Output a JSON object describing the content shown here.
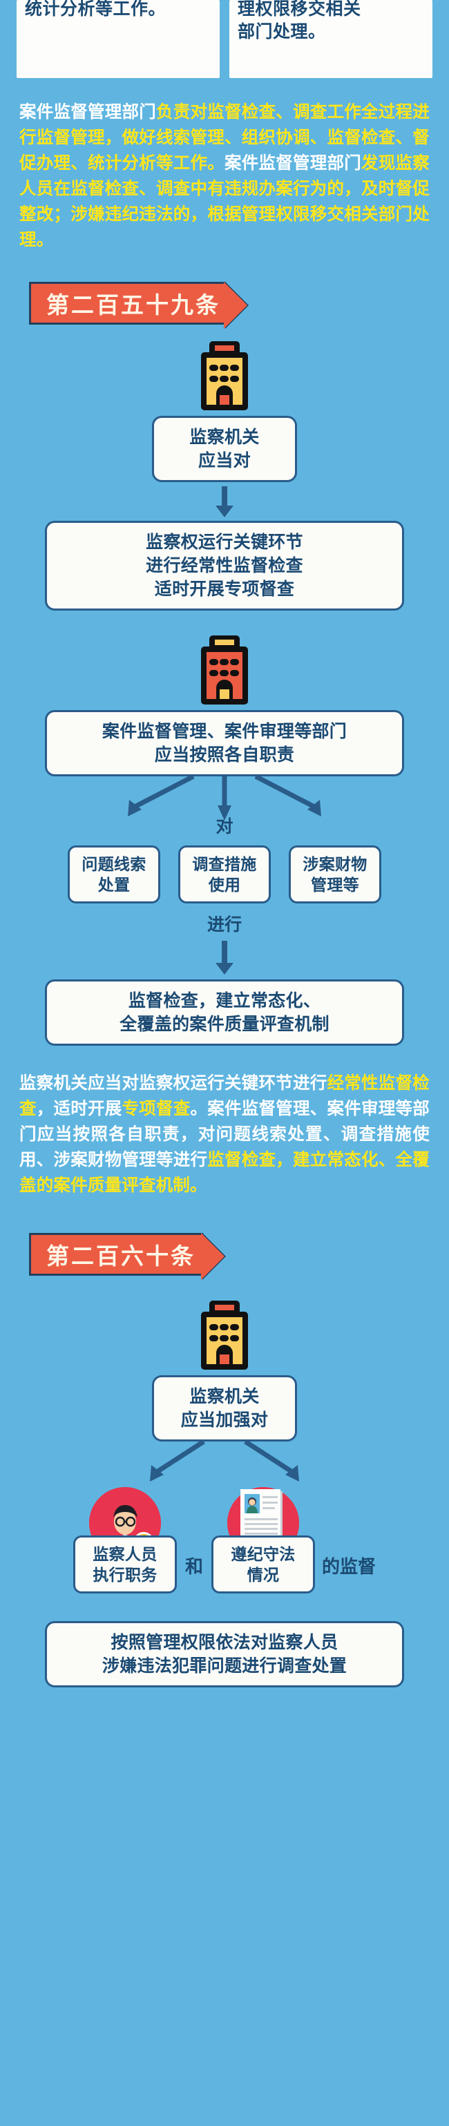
{
  "background_color": "#5fb5e0",
  "accent_colors": {
    "ribbon_red": "#ec5c43",
    "node_border": "#2a5c8a",
    "node_text": "#1b4a73",
    "highlight_yellow": "#ffe61a",
    "blob_red": "#e8344e",
    "building_yellow": "#f9cd5e",
    "building_red": "#ec5c43"
  },
  "top_cards": {
    "left_text": "检查、督促办理、\n统计分析等工作。",
    "right_text": "违法的，根据管\n理权限移交相关\n部门处理。"
  },
  "paragraph_258": {
    "seg1": "案件监督管理部门",
    "seg2_hl": "负责对监督检查、调查工作全过程进行监督管理，做好线索管理、组织协调、监督检查、督促办理、统计分析等工作。",
    "seg3": "案件监督管理部门",
    "seg4_hl": "发现监察人员在监督检查、调查中有违规办案行为的，及时督促整改；涉嫌违纪违法的，根据管理权限移交相关部门处理。"
  },
  "article_259": {
    "banner_label": "第二百五十九条",
    "node_1": "监察机关\n应当对",
    "node_2": "监察权运行关键环节\n进行经常性监督检查\n适时开展专项督查",
    "node_3": "案件监督管理、案件审理等部门\n应当按照各自职责",
    "connector_dui": "对",
    "branches": [
      "问题线索\n处置",
      "调查措施\n使用",
      "涉案财物\n管理等"
    ],
    "connector_jinxing": "进行",
    "node_4": "监督检查，建立常态化、\n全覆盖的案件质量评查机制",
    "paragraph": {
      "seg1": "监察机关应当对监察权运行关键环节进行",
      "seg2_hl": "经常性监督检查",
      "seg3": "，适时开展",
      "seg4_hl": "专项督查",
      "seg5": "。案件监督管理、案件审理等部门应当按照各自职责，对问题线索处置、调查措施使用、涉案财物管理等进行",
      "seg6_hl": "监督检查，建立常态化、全覆盖的案件质量评查机制。"
    }
  },
  "article_260": {
    "banner_label": "第二百六十条",
    "node_1": "监察机关\n应当加强对",
    "left_branch": "监察人员\n执行职务",
    "conjunction": "和",
    "right_branch": "遵纪守法\n情况",
    "tail_text": "的监督",
    "node_bottom": "按照管理权限依法对监察人员\n涉嫌违法犯罪问题进行调查处置"
  },
  "icons": {
    "building": "government-building-icon",
    "person_check": "officer-approved-icon",
    "document": "id-document-icon",
    "arrow_down": "arrow-down-icon"
  }
}
